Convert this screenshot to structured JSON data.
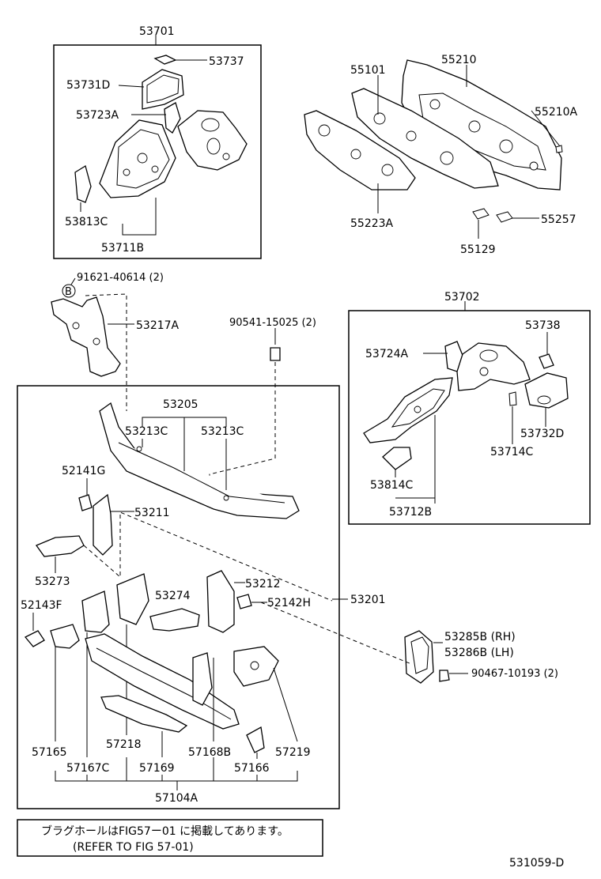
{
  "diagram_id": "531059-D",
  "note": {
    "japanese": "ブラグホールはFIG57ー01 に掲載してあります。",
    "english": "(REFER TO FIG   57-01)"
  },
  "labels": {
    "p53701": "53701",
    "p53737": "53737",
    "p53731D": "53731D",
    "p53723A": "53723A",
    "p53813C": "53813C",
    "p53711B": "53711B",
    "p55101": "55101",
    "p55210": "55210",
    "p55210A": "55210A",
    "p55223A": "55223A",
    "p55257": "55257",
    "p55129": "55129",
    "p91621": "91621-40614 (2)",
    "circleB": "B",
    "p53217A": "53217A",
    "p90541": "90541-15025 (2)",
    "p53702": "53702",
    "p53738": "53738",
    "p53724A": "53724A",
    "p53732D": "53732D",
    "p53714C": "53714C",
    "p53814C": "53814C",
    "p53712B": "53712B",
    "p53205": "53205",
    "p53213C_l": "53213C",
    "p53213C_r": "53213C",
    "p52141G": "52141G",
    "p53211": "53211",
    "p53273": "53273",
    "p53274": "53274",
    "p53212": "53212",
    "p52142H": "52142H",
    "p53201": "53201",
    "p52143F": "52143F",
    "p53285B": "53285B (RH)",
    "p53286B": "53286B (LH)",
    "p90467": "90467-10193 (2)",
    "p57165": "57165",
    "p57218": "57218",
    "p57167C": "57167C",
    "p57169": "57169",
    "p57168B": "57168B",
    "p57166": "57166",
    "p57219": "57219",
    "p57104A": "57104A"
  }
}
